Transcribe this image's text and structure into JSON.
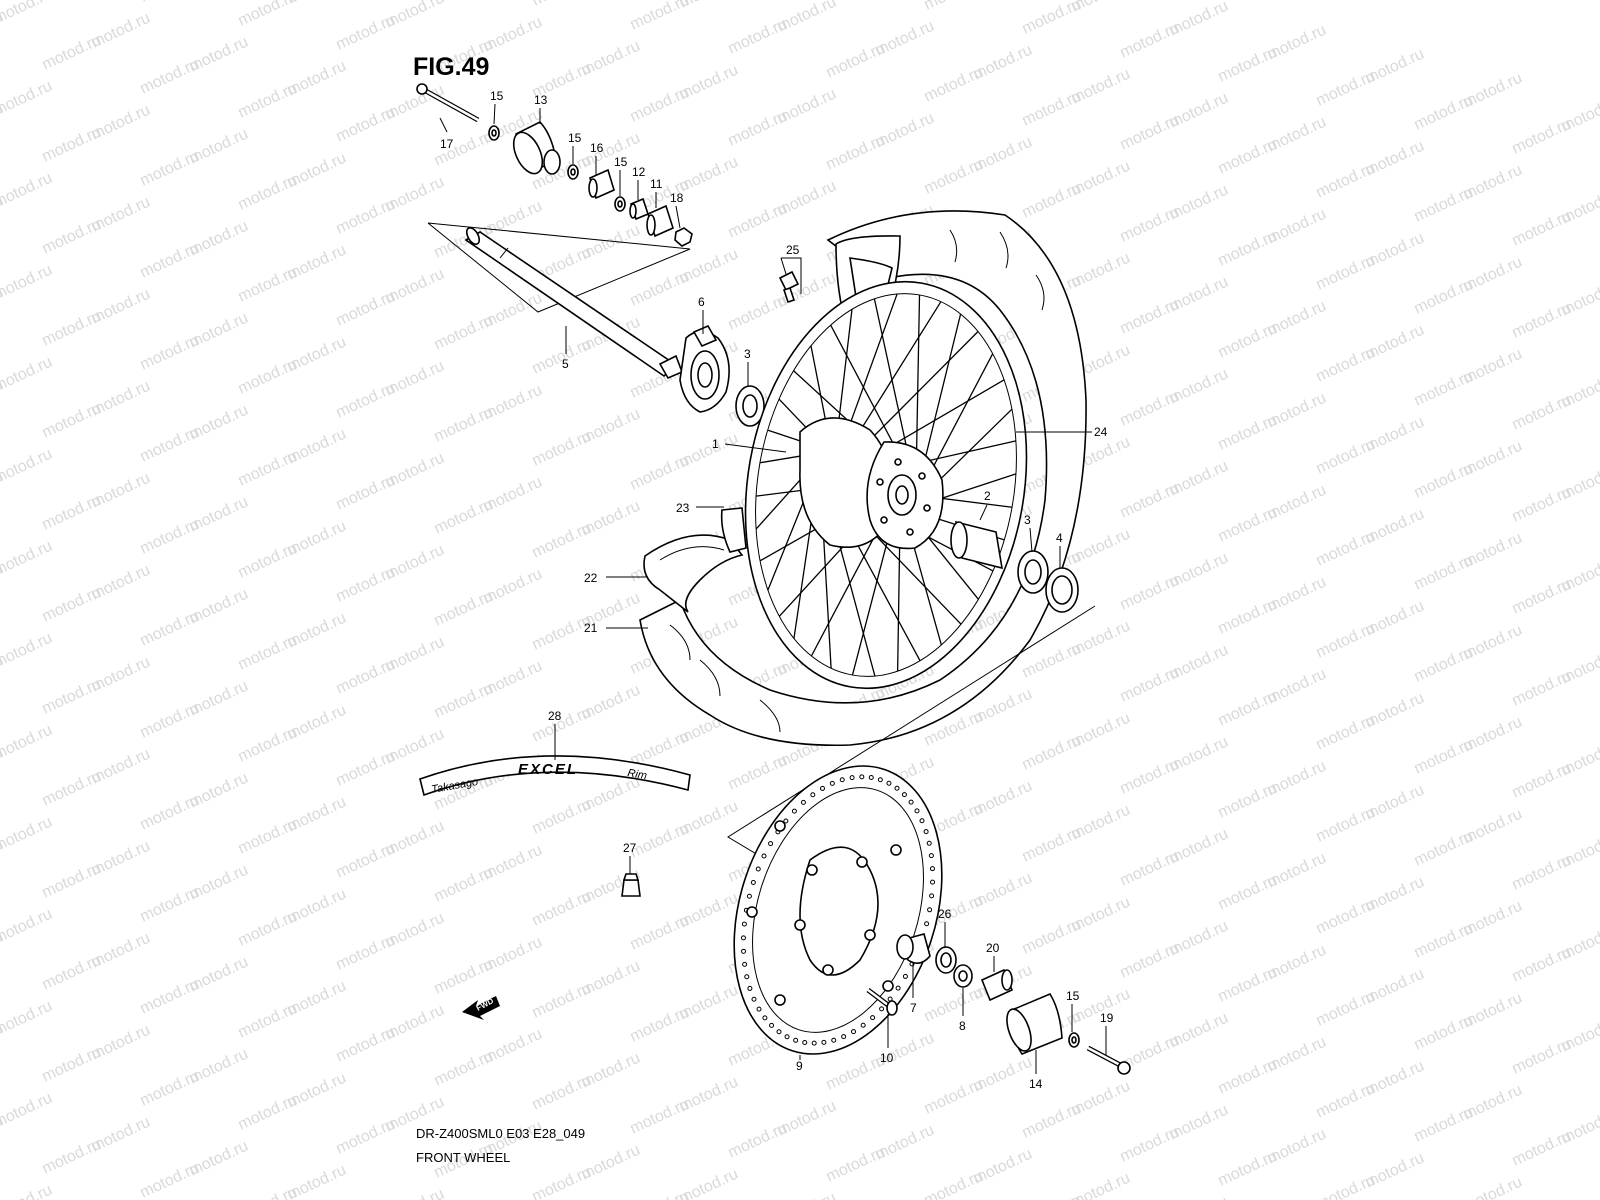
{
  "figure": {
    "title": "FIG.49",
    "model_code": "DR-Z400SML0 E03 E28_049",
    "caption": "FRONT WHEEL"
  },
  "watermark": "motod.ru",
  "rim_decal": {
    "left": "Takasago",
    "center": "EXCEL",
    "right": "Rim"
  },
  "fwd_label": "FWD",
  "callouts": {
    "c1": "1",
    "c2": "2",
    "c3a": "3",
    "c3b": "3",
    "c4": "4",
    "c5": "5",
    "c6": "6",
    "c7": "7",
    "c8": "8",
    "c9": "9",
    "c10": "10",
    "c11": "11",
    "c12": "12",
    "c13": "13",
    "c14": "14",
    "c15a": "15",
    "c15b": "15",
    "c15c": "15",
    "c15d": "15",
    "c16": "16",
    "c17": "17",
    "c18": "18",
    "c19": "19",
    "c20": "20",
    "c21": "21",
    "c22": "22",
    "c23": "23",
    "c24": "24",
    "c25": "25",
    "c26": "26",
    "c27": "27",
    "c28": "28"
  }
}
